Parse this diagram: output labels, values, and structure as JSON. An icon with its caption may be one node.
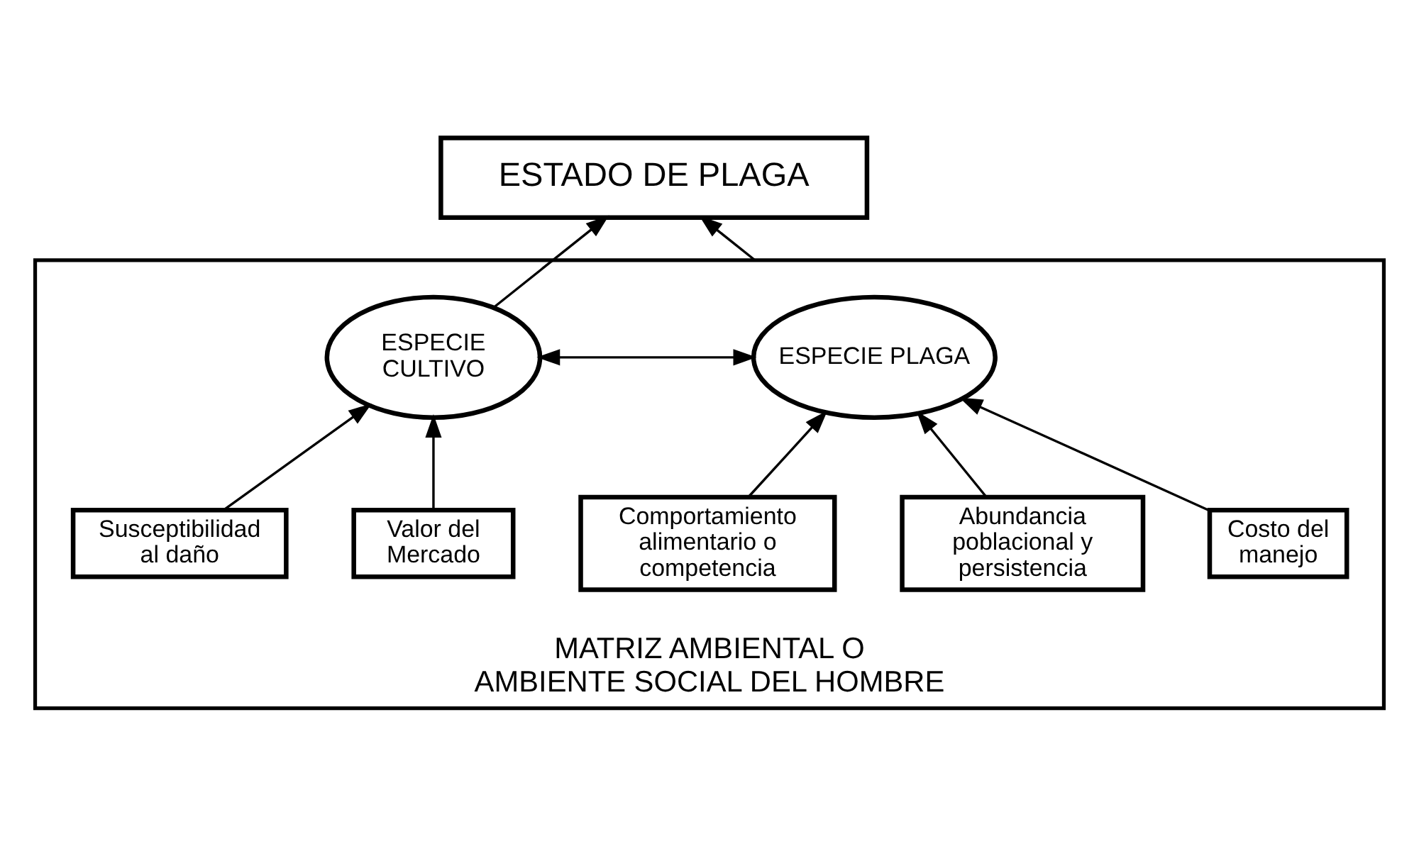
{
  "diagram": {
    "nodes": [
      {
        "text": [
          "ESTADO DE PLAGA"
        ]
      },
      {
        "text": [
          "MATRIZ AMBIENTAL O AMBIENTE SOCIAL DEL HOMBRE"
        ]
      },
      {
        "text": [
          "ESPECIE PLAGA"
        ],
        "in": 1
      },
      {
        "text": [
          "ESPECIE CULTIVO"
        ],
        "in": 1
      },
      {
        "text": [
          "Costo del manejo"
        ],
        "in": 1
      },
      {
        "text": [
          "Abundancia poblacional y persistencia"
        ],
        "in": 1
      },
      {
        "text": [
          "Valor del Mercado"
        ],
        "in": 1
      },
      {
        "text": [
          "Susceptibilidad al daño"
        ],
        "in": 1
      },
      {
        "text": [
          "Comportamiento alimentario o competencia"
        ],
        "in": 1
      }
    ],
    "edges": [
      {
        "from": 1,
        "to": 0,
        "arrow": "to"
      },
      {
        "from": 3,
        "to": 0,
        "arrow": "to"
      },
      {
        "from": 2,
        "to": 3,
        "arrow": "both"
      },
      {
        "from": 5,
        "to": 2,
        "arrow": "to"
      },
      {
        "from": 8,
        "to": 2,
        "arrow": "to"
      },
      {
        "from": 4,
        "to": 2,
        "arrow": "to"
      },
      {
        "from": 6,
        "to": 3,
        "arrow": "to"
      },
      {
        "from": 7,
        "to": 3,
        "arrow": "to"
      }
    ]
  }
}
